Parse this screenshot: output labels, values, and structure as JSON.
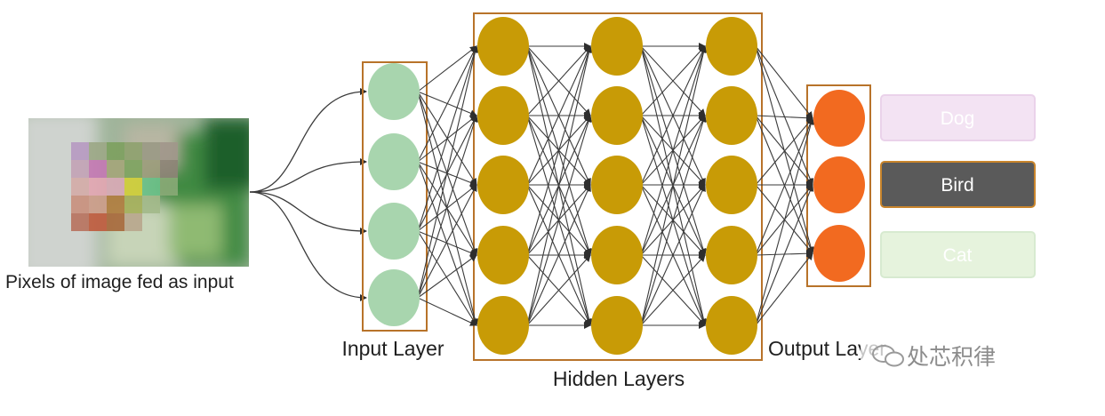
{
  "image_caption": "Pixels of image fed as input",
  "layers": {
    "input": {
      "label": "Input Layer",
      "nodes": 4
    },
    "hidden": {
      "label": "Hidden Layers",
      "count": 3,
      "nodes_per_layer": 5
    },
    "output": {
      "label": "Output Layer",
      "nodes": 3
    }
  },
  "classes": [
    {
      "label": "Dog",
      "fill": "#f3e3f3",
      "stroke": "#ead2ea",
      "text_color": "#ffffff"
    },
    {
      "label": "Bird",
      "fill": "#5a5a5a",
      "stroke": "#c9852c",
      "text_color": "#ffffff"
    },
    {
      "label": "Cat",
      "fill": "#e6f3dd",
      "stroke": "#d7ead0",
      "text_color": "#ffffff"
    }
  ],
  "watermark": "处芯积律",
  "colors": {
    "frame": "#b8732a",
    "input_node": "#a8d5ae",
    "hidden_node": "#c89b06",
    "output_node": "#f26a20",
    "edge": "#3a3a3a"
  }
}
